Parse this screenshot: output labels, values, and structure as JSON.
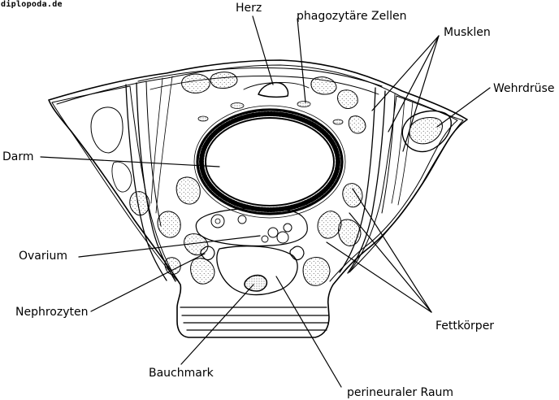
{
  "watermark": "diplopoda.de",
  "labels": {
    "herz": "Herz",
    "phagozytaere_zellen": "phagozytäre Zellen",
    "musklen": "Musklen",
    "wehrdruese": "Wehrdrüse",
    "darm": "Darm",
    "ovarium": "Ovarium",
    "nephrozyten": "Nephrozyten",
    "fettkoerper": "Fettkörper",
    "bauchmark": "Bauchmark",
    "perineuraler_raum": "perineuraler Raum"
  },
  "colors": {
    "ink": "#000000",
    "paper": "#ffffff",
    "stipple": "#555555"
  }
}
